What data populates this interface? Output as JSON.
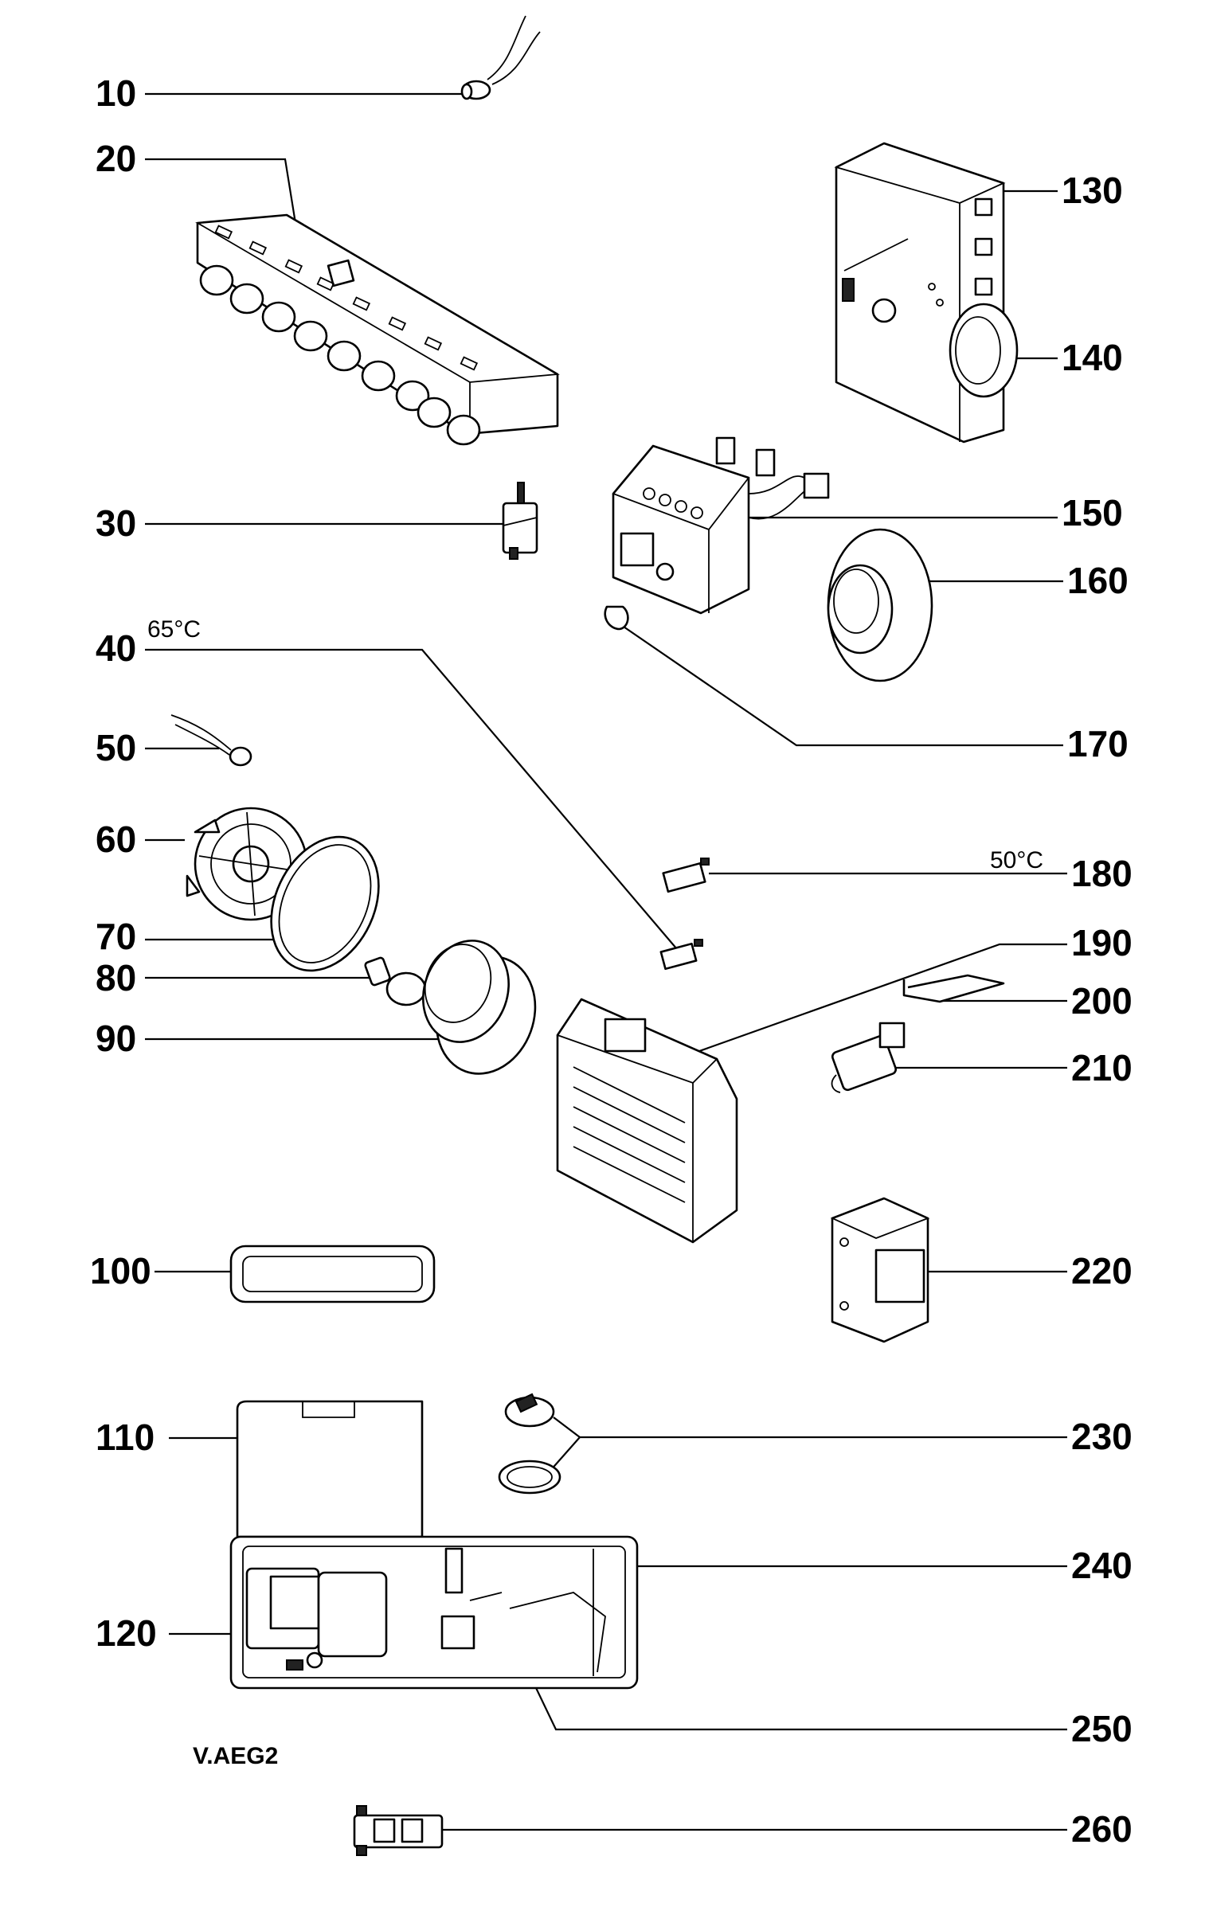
{
  "diagram": {
    "code": "V.AEG2",
    "temperatures": {
      "t40": "65°C",
      "t180": "50°C"
    },
    "labels": {
      "p10": "10",
      "p20": "20",
      "p30": "30",
      "p40": "40",
      "p50": "50",
      "p60": "60",
      "p70": "70",
      "p80": "80",
      "p90": "90",
      "p100": "100",
      "p110": "110",
      "p120": "120",
      "p130": "130",
      "p140": "140",
      "p150": "150",
      "p160": "160",
      "p170": "170",
      "p180": "180",
      "p190": "190",
      "p200": "200",
      "p210": "210",
      "p220": "220",
      "p230": "230",
      "p240": "240",
      "p250": "250",
      "p260": "260"
    }
  }
}
